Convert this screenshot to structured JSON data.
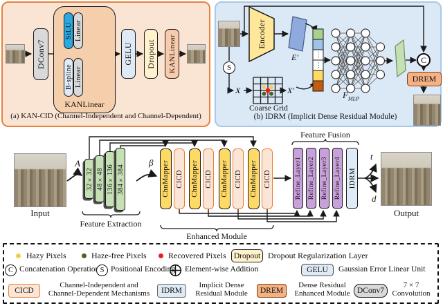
{
  "panel_a": {
    "caption": "(a) KAN-CID (Channel-Independent and Channel-Dependent)",
    "dconv7": "DConv7",
    "silu": "SiLU",
    "linear1": "Linear",
    "bspline": "B-spline",
    "linear2": "Linear",
    "kanlinear_group": "KANLinear",
    "gelu": "GELU",
    "dropout": "Dropout",
    "kanlinear": "KANLinear"
  },
  "panel_b": {
    "caption": "(b) IDRM (Implicit Dense Residual Module)",
    "encoder": "Encoder",
    "e_prime": "E′",
    "s_symbol": "S",
    "x": "X",
    "x_prime": "X′",
    "coarse_grid": "Coarse Grid",
    "f": "F",
    "f_sub": "MLP",
    "c_symbol": "C",
    "drem": "DREM",
    "dots": "⋮"
  },
  "pipeline": {
    "input": "Input",
    "output": "Output",
    "a": "A",
    "beta": "β",
    "t": "t",
    "d": "d",
    "bars": [
      "32×32",
      "48×48",
      "136×136",
      "384×384"
    ],
    "feature_extraction": "Feature Extraction",
    "chnmapper": "ChnMapper",
    "cicd": "CICD",
    "refine": [
      "Refine_Layer1",
      "Refine_Layer2",
      "Refine_Layer3",
      "Refine_Layer4"
    ],
    "idrm": "IDRM",
    "feature_fusion": "Feature Fusion",
    "enhanced_module": "Enhanced Module"
  },
  "legend": {
    "hazy": "Hazy Pixels",
    "hazefree": "Haze-free Pixels",
    "recovered": "Recovered Pixels",
    "dropout_box": "Dropout",
    "dropout_desc": "Dropout Regularization Layer",
    "concat_symbol": "C",
    "concat_desc": "Concatenation Operation",
    "pos_symbol": "S",
    "pos_desc": "Positional Encoding",
    "add_desc": "Element-wise Addition",
    "gelu_box": "GELU",
    "gelu_desc": "Gaussian Error Linear Unit",
    "cicd_box": "CICD",
    "cicd_desc1": "Channel-Independent and",
    "cicd_desc2": "Channel-Dependent Mechanisms",
    "idrm_box": "IDRM",
    "idrm_desc1": "Implicit Dense",
    "idrm_desc2": "Residual Module",
    "drem_box": "DREM",
    "drem_desc1": "Dense Residual",
    "drem_desc2": "Enhanced Module",
    "dconv7_box": "DConv7",
    "dconv7_desc1": "7 × 7",
    "dconv7_desc2": "Convolution"
  },
  "colors": {
    "panel_a_bg": "#FAE4D3",
    "panel_a_border": "#E8823C",
    "panel_b_bg": "#DBE8F6",
    "panel_b_border": "#A9C7E7",
    "kan_group_bg": "#F5CEAC",
    "silu": "#29A9E0",
    "linear": "#D9D9D9",
    "bspline": "#DEEAF6",
    "gelu": "#DEEAF6",
    "dropout": "#FFF2CC",
    "kanlinear": "#F8CBAD",
    "encoder": "#FFE699",
    "feature_bar": "#C5E0B4",
    "chnmapper": "#FFD966",
    "cicd": "#FBE5D6",
    "cicd_border": "#ED7D31",
    "refine": "#C9A1DA",
    "idrm": "#DEEAF6",
    "drem": "#F4B183",
    "hazy_dot": "#EFCE4A",
    "hazefree_dot": "#4F6228",
    "recovered_dot": "#ED1C24",
    "stack": [
      "#A9D18E",
      "#9DC3E6",
      "#FFFFFF",
      "#FFFFFF",
      "#FFD966",
      "#C55A11"
    ]
  }
}
